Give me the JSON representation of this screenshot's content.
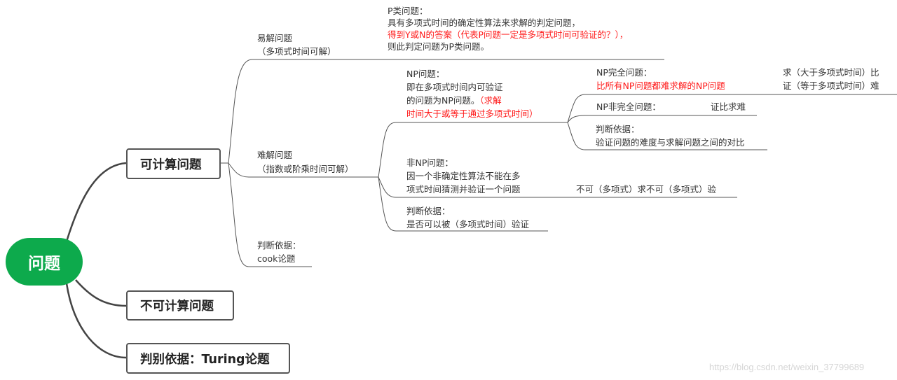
{
  "root": {
    "label": "问题",
    "color": "#0daa4c"
  },
  "branches": [
    {
      "label": "可计算问题"
    },
    {
      "label": "不可计算问题"
    },
    {
      "label": "判别依据：Turing论题"
    }
  ],
  "computable": {
    "easy": {
      "title": "易解问题",
      "subtitle": "（多项式时间可解）"
    },
    "p_class": {
      "line1": "P类问题：",
      "line2": "具有多项式时间的确定性算法来求解的判定问题，",
      "line3_red": "得到Y或N的答案（代表P问题一定是多项式时间可验证的？），",
      "line4": "则此判定问题为P类问题。"
    },
    "hard": {
      "title": "难解问题",
      "subtitle": "（指数或阶乘时间可解）"
    },
    "np": {
      "line1": "NP问题：",
      "line2": "即在多项式时间内可验证",
      "line3": "的问题为NP问题。",
      "line3_red": "（求解",
      "line4_red": "时间大于或等于通过多项式时间）"
    },
    "np_complete": {
      "line1": "NP完全问题：",
      "line2_red": "比所有NP问题都难求解的NP问题",
      "note1": "求（大于多项式时间）比",
      "note2": "证（等于多项式时间）难"
    },
    "np_incomplete": {
      "label": "NP非完全问题：",
      "note": "证比求难"
    },
    "np_basis": {
      "line1": "判断依据：",
      "line2": "验证问题的难度与求解问题之间的对比"
    },
    "non_np": {
      "line1": "非NP问题：",
      "line2": "因一个非确定性算法不能在多",
      "line3": "项式时间猜测并验证一个问题",
      "note": "不可（多项式）求不可（多项式）验"
    },
    "hard_basis": {
      "line1": "判断依据：",
      "line2": "是否可以被（多项式时间）验证"
    },
    "basis": {
      "line1": "判断依据：",
      "line2": "cook论题"
    }
  },
  "watermark": "https://blog.csdn.net/weixin_37799689"
}
